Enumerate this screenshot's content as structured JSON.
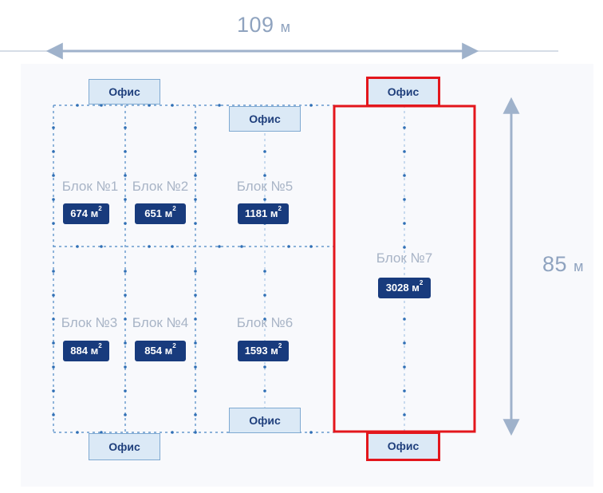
{
  "dimensions": {
    "width": {
      "value": "109",
      "unit": "м"
    },
    "height": {
      "value": "85",
      "unit": "м"
    }
  },
  "office_label": "Офис",
  "blocks": [
    {
      "id": "1",
      "label": "Блок №1",
      "area": "674",
      "unit": "м",
      "sup": "2"
    },
    {
      "id": "2",
      "label": "Блок №2",
      "area": "651",
      "unit": "м",
      "sup": "2"
    },
    {
      "id": "5",
      "label": "Блок №5",
      "area": "1181",
      "unit": "м",
      "sup": "2"
    },
    {
      "id": "3",
      "label": "Блок №3",
      "area": "884",
      "unit": "м",
      "sup": "2"
    },
    {
      "id": "4",
      "label": "Блок №4",
      "area": "854",
      "unit": "м",
      "sup": "2"
    },
    {
      "id": "6",
      "label": "Блок №6",
      "area": "1593",
      "unit": "м",
      "sup": "2"
    },
    {
      "id": "7",
      "label": "Блок №7",
      "area": "3028",
      "unit": "м",
      "sup": "2",
      "selected": true
    }
  ],
  "colors": {
    "grid_line": "#4a86c4",
    "selected_outline": "#e3161c",
    "badge_bg": "#183b7d",
    "office_bg": "#dbe9f6",
    "dimension": "#8fa3bf"
  }
}
